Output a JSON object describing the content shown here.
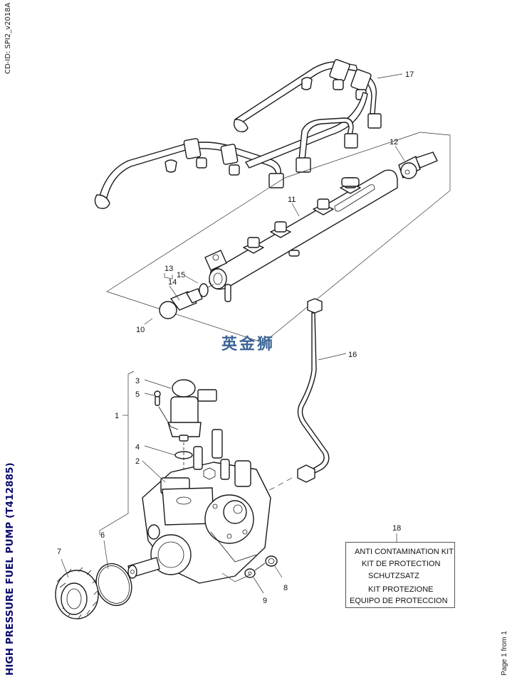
{
  "header": {
    "cd_id": "CD-ID: SPI2_v2018A"
  },
  "document": {
    "title": "HIGH PRESSURE FUEL PUMP (T412885)",
    "page_indicator": "Page 1 from 1"
  },
  "watermark": "英金狮",
  "callouts": {
    "c1": "1",
    "c2": "2",
    "c3": "3",
    "c4": "4",
    "c5": "5",
    "c6": "6",
    "c7": "7",
    "c8": "8",
    "c9": "9",
    "c10": "10",
    "c11": "11",
    "c12": "12",
    "c13": "13",
    "c14": "14",
    "c15": "15",
    "c16": "16",
    "c17": "17",
    "c18": "18"
  },
  "kit_box": {
    "lines": [
      "ANTI CONTAMINATION KIT",
      "KIT DE PROTECTION",
      "SCHUTZSATZ",
      "KIT PROTEZIONE",
      "EQUIPO DE PROTECCION"
    ]
  },
  "parts": [
    {
      "ref": "1",
      "name": "high-pressure-pump-assembly"
    },
    {
      "ref": "2",
      "name": "pump-body"
    },
    {
      "ref": "3",
      "name": "metering-valve"
    },
    {
      "ref": "4",
      "name": "o-ring"
    },
    {
      "ref": "5",
      "name": "screw"
    },
    {
      "ref": "6",
      "name": "seal-ring"
    },
    {
      "ref": "7",
      "name": "drive-gear"
    },
    {
      "ref": "8",
      "name": "nut"
    },
    {
      "ref": "9",
      "name": "washer"
    },
    {
      "ref": "10",
      "name": "fuel-rail-assembly"
    },
    {
      "ref": "11",
      "name": "fuel-rail"
    },
    {
      "ref": "12",
      "name": "pressure-sensor"
    },
    {
      "ref": "13",
      "name": "pressure-limiter-kit"
    },
    {
      "ref": "14",
      "name": "pressure-limiting-valve"
    },
    {
      "ref": "15",
      "name": "retaining-ring"
    },
    {
      "ref": "16",
      "name": "high-pressure-pipe"
    },
    {
      "ref": "17",
      "name": "injector-pipes"
    },
    {
      "ref": "18",
      "name": "anti-contamination-kit"
    }
  ]
}
